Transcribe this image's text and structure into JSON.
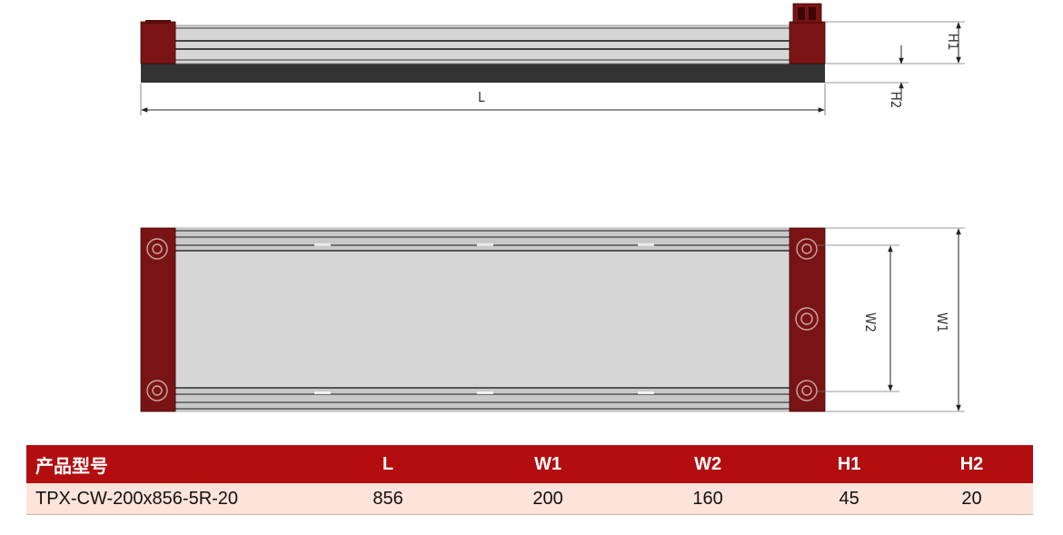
{
  "drawing": {
    "dim_labels": {
      "L": "L",
      "H1": "H1",
      "H2": "H2",
      "W1": "W1",
      "W2": "W2"
    },
    "colors": {
      "end_cap": "#7a1414",
      "profile": "#d6d6d6",
      "base": "#333333",
      "stripe": "#555555"
    }
  },
  "table": {
    "headers": [
      "产品型号",
      "L",
      "W1",
      "W2",
      "H1",
      "H2"
    ],
    "rows": [
      [
        "TPX-CW-200x856-5R-20",
        "856",
        "200",
        "160",
        "45",
        "20"
      ]
    ],
    "colors": {
      "header_bg": "#b30d10",
      "row_bg": "#fde3d9"
    }
  }
}
